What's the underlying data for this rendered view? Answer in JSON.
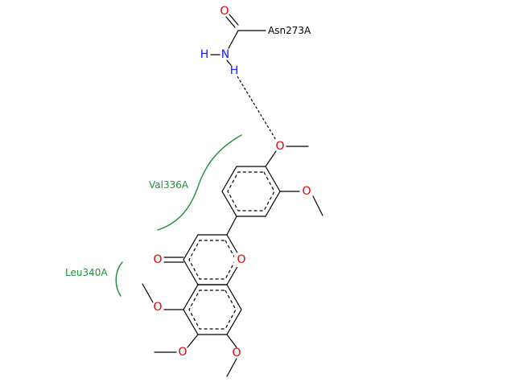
{
  "colors": {
    "bond": "#000000",
    "oxygen": "#e00000",
    "nitrogen": "#1a1aff",
    "hydrophobic": "#1f8f3a",
    "background": "#ffffff"
  },
  "residues": {
    "asn": "Asn273A",
    "val": "Val336A",
    "leu": "Leu340A"
  },
  "atoms": {
    "o_amide": "O",
    "n_amide": "N",
    "h_left": "H",
    "h_down": "H",
    "o_4p_methoxy": "O",
    "o_3p_methoxy": "O",
    "o_ring": "O",
    "o_carbonyl": "O",
    "o_5_methoxy": "O",
    "o_6_methoxy": "O",
    "o_7_methoxy": "O"
  }
}
